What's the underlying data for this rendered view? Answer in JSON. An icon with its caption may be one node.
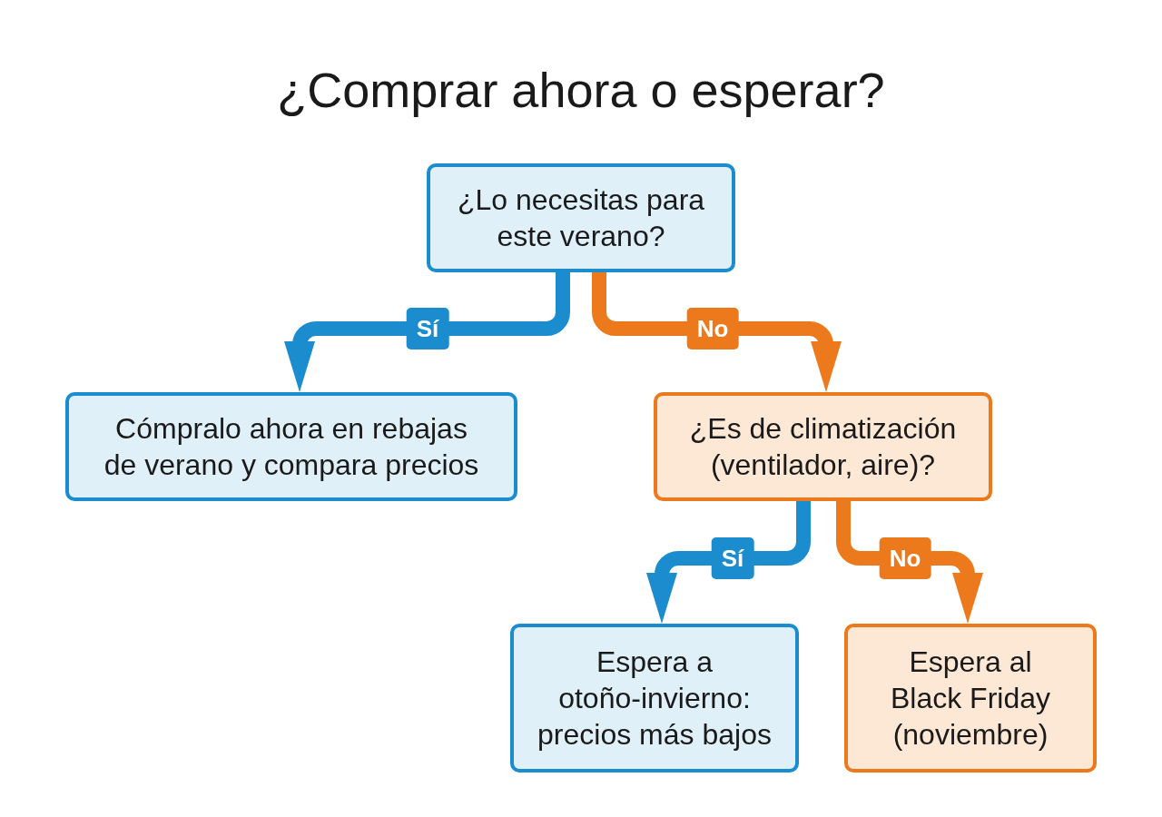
{
  "diagram": {
    "title": "¿Comprar ahora o esperar?",
    "nodes": [
      {
        "text": [
          "¿Lo necesitas para este verano?"
        ]
      },
      {
        "text": [
          "Cómpralo ahora en rebajas de verano y compara precios"
        ]
      },
      {
        "text": [
          "¿Es de climatización (ventilador, aire)?"
        ]
      },
      {
        "text": [
          "Espera a otoño-invierno: precios más bajos"
        ]
      },
      {
        "text": [
          "Espera al Black Friday (noviembre)"
        ]
      }
    ],
    "edges": [
      {
        "from": 0,
        "to": 1,
        "arrow": "to",
        "label": "Sí",
        "color": "#1b8dcf"
      },
      {
        "from": 0,
        "to": 2,
        "arrow": "to",
        "label": "No",
        "color": "#ec7a1c"
      },
      {
        "from": 2,
        "to": 3,
        "arrow": "to",
        "label": "Sí",
        "color": "#1b8dcf"
      },
      {
        "from": 2,
        "to": 4,
        "arrow": "to",
        "label": "No",
        "color": "#ec7a1c"
      }
    ]
  }
}
